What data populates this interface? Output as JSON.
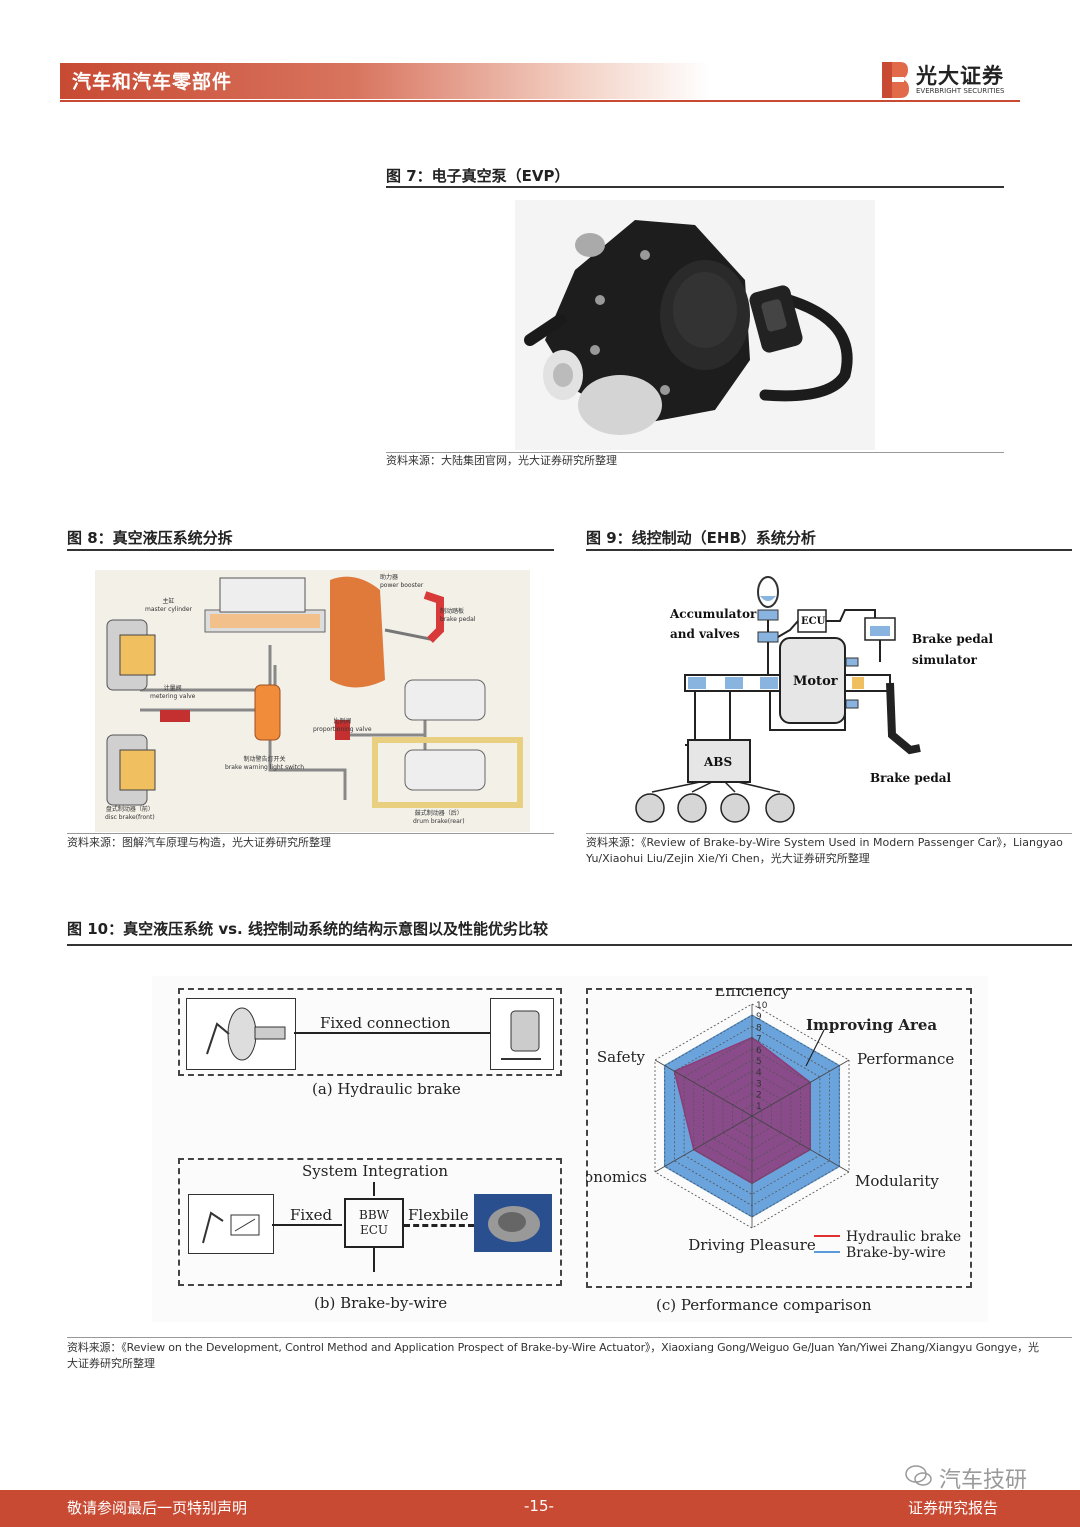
{
  "header": {
    "section": "汽车和汽车零部件",
    "logo_text": "光大证券",
    "logo_sub": "EVERBRIGHT SECURITIES"
  },
  "figures": {
    "fig7": {
      "title": "图 7：电子真空泵（EVP）",
      "source": "资料来源：大陆集团官网，光大证券研究所整理"
    },
    "fig8": {
      "title": "图 8：真空液压系统分拆",
      "source": "资料来源：图解汽车原理与构造，光大证券研究所整理",
      "labels": {
        "master_cn": "主缸",
        "master_en": "master cylinder",
        "booster_cn": "助力器",
        "booster_en": "power booster",
        "pedal_cn": "制动踏板",
        "pedal_en": "brake pedal",
        "metering_cn": "计量阀",
        "metering_en": "metering valve",
        "proportioning_cn": "比例阀",
        "proportioning_en": "proportioning valve",
        "warning_cn": "制动警告灯开关",
        "warning_en": "brake warning light switch",
        "disc_cn": "盘式制动器（前）",
        "disc_en": "disc brake(front)",
        "drum_cn": "鼓式制动器（后）",
        "drum_en": "drum brake(rear)"
      }
    },
    "fig9": {
      "title": "图 9：线控制动（EHB）系统分析",
      "source_line1": "资料来源：《Review of Brake-by-Wire System Used in Modern Passenger Car》，Liangyao",
      "source_line2": "Yu/Xiaohui Liu/Zejin Xie/Yi Chen，光大证券研究所整理",
      "labels": {
        "accumulator_1": "Accumulator",
        "accumulator_2": "and valves",
        "ecu": "ECU",
        "simulator_1": "Brake pedal",
        "simulator_2": "simulator",
        "motor": "Motor",
        "abs": "ABS",
        "brake_pedal": "Brake pedal"
      }
    },
    "fig10": {
      "title": "图 10：真空液压系统 vs. 线控制动系统的结构示意图以及性能优劣比较",
      "source_line1": "资料来源：《Review on the Development, Control Method and Application Prospect of Brake-by-Wire Actuator》，Xiaoxiang Gong/Weiguo Ge/Juan Yan/Yiwei Zhang/Xiangyu Gongye，光",
      "source_line2": "大证券研究所整理",
      "labels": {
        "fixed_connection": "Fixed connection",
        "hydraulic_caption": "(a) Hydraulic brake",
        "system_integration": "System Integration",
        "fixed": "Fixed",
        "bbw_1": "BBW",
        "bbw_2": "ECU",
        "flexible": "Flexbile",
        "bbw_caption": "(b) Brake-by-wire",
        "perf_caption": "(c) Performance comparison",
        "improving_area": "Improving Area"
      }
    }
  },
  "chart_data": {
    "type": "radar",
    "axes": [
      "Efficiency",
      "Performance",
      "Modularity",
      "Driving Pleasure",
      "Ergonomics",
      "Safety"
    ],
    "ticks": [
      "1",
      "2",
      "3",
      "4",
      "5",
      "6",
      "7",
      "8",
      "9",
      "10"
    ],
    "range": [
      0,
      10
    ],
    "series": [
      {
        "name": "Hydraulic brake",
        "values": [
          7,
          6,
          6,
          6,
          6,
          8
        ],
        "color": "#8e3c7a"
      },
      {
        "name": "Brake-by-wire",
        "values": [
          9,
          9,
          9,
          9,
          9,
          9
        ],
        "color": "#5b9ad8"
      }
    ]
  },
  "footer": {
    "left": "敬请参阅最后一页特别声明",
    "page": "-15-",
    "right": "证券研究报告",
    "watermark": "汽车技研"
  },
  "colors": {
    "brand": "#c84a33",
    "accent": "#5b9ad8"
  }
}
